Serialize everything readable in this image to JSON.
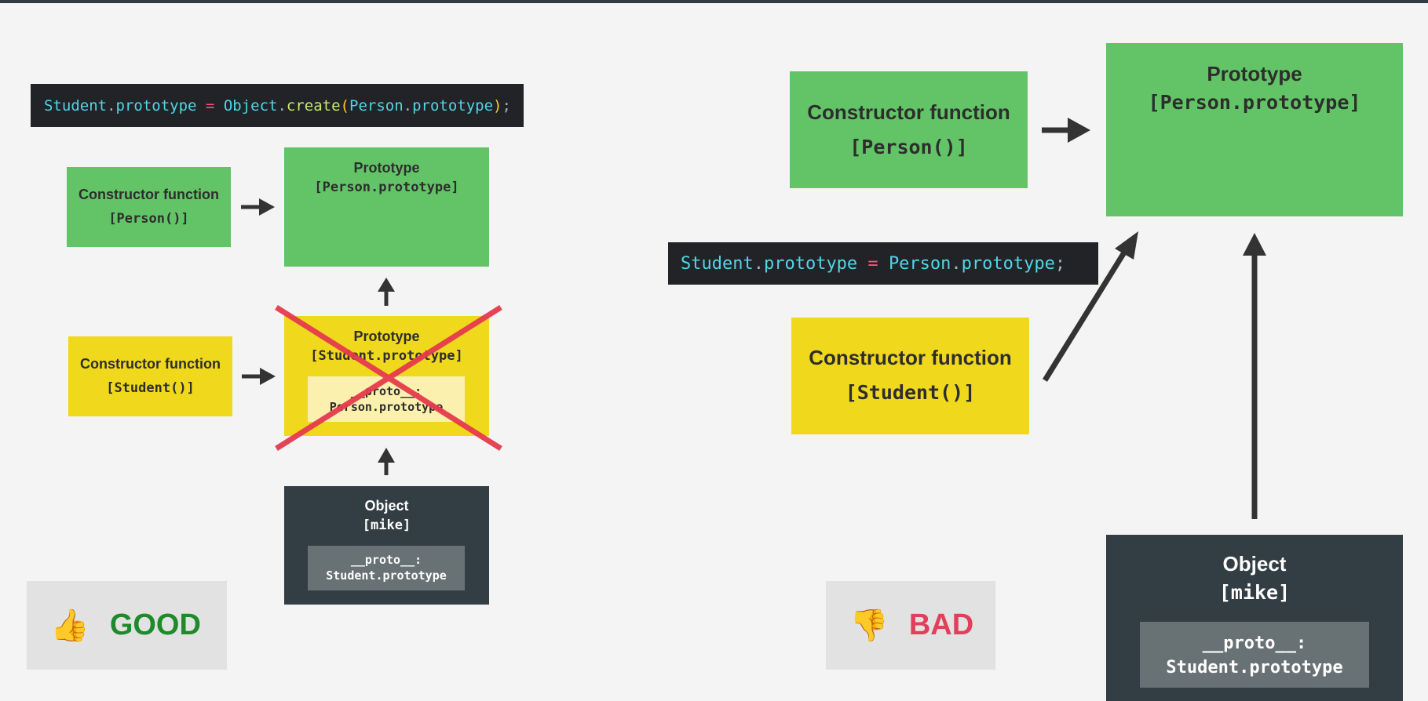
{
  "colors": {
    "green_box": "#63c467",
    "yellow_box": "#f0d81c",
    "dark_box": "#333d44",
    "good": "#1f8a2a",
    "bad": "#e0405a",
    "arrow": "#333333",
    "cross": "#e63b4e"
  },
  "good": {
    "code": {
      "t1": "Student",
      "t2": ".",
      "t3": "prototype",
      "t4": " = ",
      "t5": "Object",
      "t6": ".",
      "t7": "create",
      "t8": "(",
      "t9": "Person",
      "t10": ".",
      "t11": "prototype",
      "t12": ")",
      "t13": ";"
    },
    "person_constructor": {
      "title": "Constructor function",
      "code": "[Person()]"
    },
    "person_prototype": {
      "title": "Prototype",
      "code": "[Person.prototype]"
    },
    "student_constructor": {
      "title": "Constructor function",
      "code": "[Student()]"
    },
    "student_prototype": {
      "title": "Prototype",
      "code": "[Student.prototype]",
      "proto_line1": "__proto__:",
      "proto_line2": "Person.prototype"
    },
    "mike": {
      "title": "Object",
      "code": "[mike]",
      "proto_line1": "__proto__:",
      "proto_line2": "Student.prototype"
    },
    "badge": {
      "icon": "thumbs-up-icon",
      "glyph": "👍",
      "label": "GOOD"
    }
  },
  "bad": {
    "code": {
      "t1": "Student",
      "t2": ".",
      "t3": "prototype",
      "t4": " = ",
      "t5": "Person",
      "t6": ".",
      "t7": "prototype",
      "t8": ";"
    },
    "person_constructor": {
      "title": "Constructor function",
      "code": "[Person()]"
    },
    "person_prototype": {
      "title": "Prototype",
      "code": "[Person.prototype]"
    },
    "student_constructor": {
      "title": "Constructor function",
      "code": "[Student()]"
    },
    "mike": {
      "title": "Object",
      "code": "[mike]",
      "proto_line1": "__proto__:",
      "proto_line2": "Student.prototype"
    },
    "badge": {
      "icon": "thumbs-down-icon",
      "glyph": "👎",
      "label": "BAD"
    }
  }
}
